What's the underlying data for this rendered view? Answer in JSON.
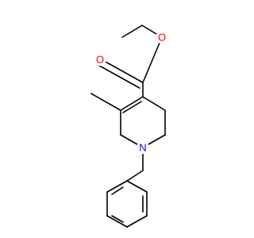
{
  "molecule": {
    "atoms": {
      "o_carbonyl": {
        "symbol": "O",
        "color": "#ff0000"
      },
      "o_ester": {
        "symbol": "O",
        "color": "#ff0000"
      },
      "n_ring": {
        "symbol": "N",
        "color": "#0000ff"
      }
    }
  }
}
